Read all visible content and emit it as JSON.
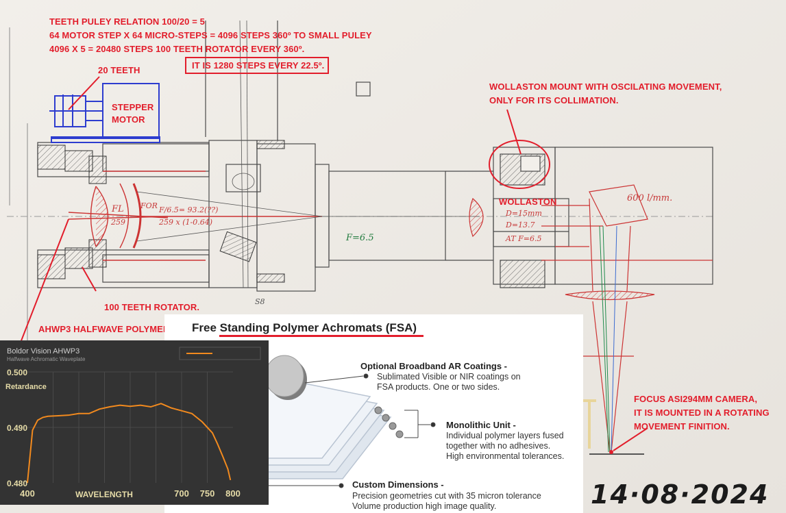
{
  "annotations": {
    "header_lines": [
      "TEETH PULEY RELATION 100/20 = 5",
      "64 MOTOR STEP X 64 MICRO-STEPS = 4096 STEPS 360º TO SMALL PULEY",
      "4096 X 5 = 20480 STEPS 100 TEETH ROTATOR EVERY 360º."
    ],
    "steps_box": "IT IS  1280 STEPS EVERY 22.5º.",
    "twenty_teeth": "20 TEETH",
    "stepper_motor": [
      "STEPPER",
      "MOTOR"
    ],
    "wollaston_mount": [
      "WOLLASTON MOUNT WITH OSCILATING MOVEMENT,",
      "ONLY FOR ITS COLLIMATION."
    ],
    "wollaston": "WOLLASTON",
    "hundred_teeth": "100 TEETH ROTATOR.",
    "ahwp3": "AHWP3 HALFWAVE POLYMER",
    "focus_camera": [
      "FOCUS ASI294MM CAMERA,",
      "IT IS MOUNTED IN A ROTATING",
      "MOVEMENT FINITION."
    ]
  },
  "drawing_notes": {
    "fl": "FL",
    "fl_val": "259",
    "for": "FOR",
    "f_formula": "F/6.5= 93.2(??)",
    "f_formula2": "259 x (1-0.64)",
    "f65": "F=6.5",
    "d15": "D=15mm",
    "d137": "D=13.7",
    "atf": "AT F=6.5",
    "grating": "600 l/mm.",
    "s8": "S8"
  },
  "fsa": {
    "title": "Free Standing Polymer Achromats (FSA)",
    "feature1_title": "Optional Broadband AR Coatings -",
    "feature1_lines": [
      "Sublimated Visible or NIR coatings on",
      "FSA products. One or two sides."
    ],
    "feature2_title": "Monolithic Unit -",
    "feature2_lines": [
      "Individual polymer layers fused",
      "together with no adhesives.",
      "High environmental tolerances."
    ],
    "feature3_title": "Custom Dimensions -",
    "feature3_lines": [
      "Precision geometries cut with 35 micron tolerance",
      "Volume production high image quality."
    ]
  },
  "chart_panel": {
    "title": "Boldor Vision AHWP3",
    "subtitle": "Halfwave Achromatic Waveplate"
  },
  "chart_data": {
    "type": "line",
    "title": "",
    "xlabel": "WAVELENGTH",
    "ylabel": "Retardance",
    "xlim": [
      400,
      800
    ],
    "ylim": [
      0.48,
      0.5
    ],
    "x_ticks": [
      "400",
      "700",
      "750",
      "800"
    ],
    "y_ticks": [
      "0.480",
      "0.490",
      "0.500"
    ],
    "legend": "top-right",
    "grid": true,
    "line_color": "#f28a1e",
    "series": [
      {
        "name": "",
        "x": [
          400,
          410,
          420,
          430,
          440,
          460,
          480,
          500,
          520,
          540,
          560,
          580,
          600,
          620,
          640,
          660,
          680,
          700,
          720,
          740,
          760,
          770,
          780,
          790,
          795
        ],
        "y": [
          0.48,
          0.4895,
          0.4913,
          0.4918,
          0.492,
          0.4921,
          0.4922,
          0.4925,
          0.4925,
          0.4933,
          0.4937,
          0.494,
          0.4938,
          0.494,
          0.4937,
          0.4943,
          0.4935,
          0.493,
          0.4925,
          0.491,
          0.489,
          0.487,
          0.4848,
          0.4825,
          0.4805
        ]
      }
    ]
  },
  "date": "14·08·2024",
  "colors": {
    "annotation_red": "#e21d2b",
    "motor_blue": "#2d3ccf",
    "drawing_pencil": "#4a4a4a",
    "drawing_red": "#cc3333",
    "drawing_green": "#1f8a4c",
    "panel_dark": "#333333",
    "panel_white": "#ffffff"
  }
}
